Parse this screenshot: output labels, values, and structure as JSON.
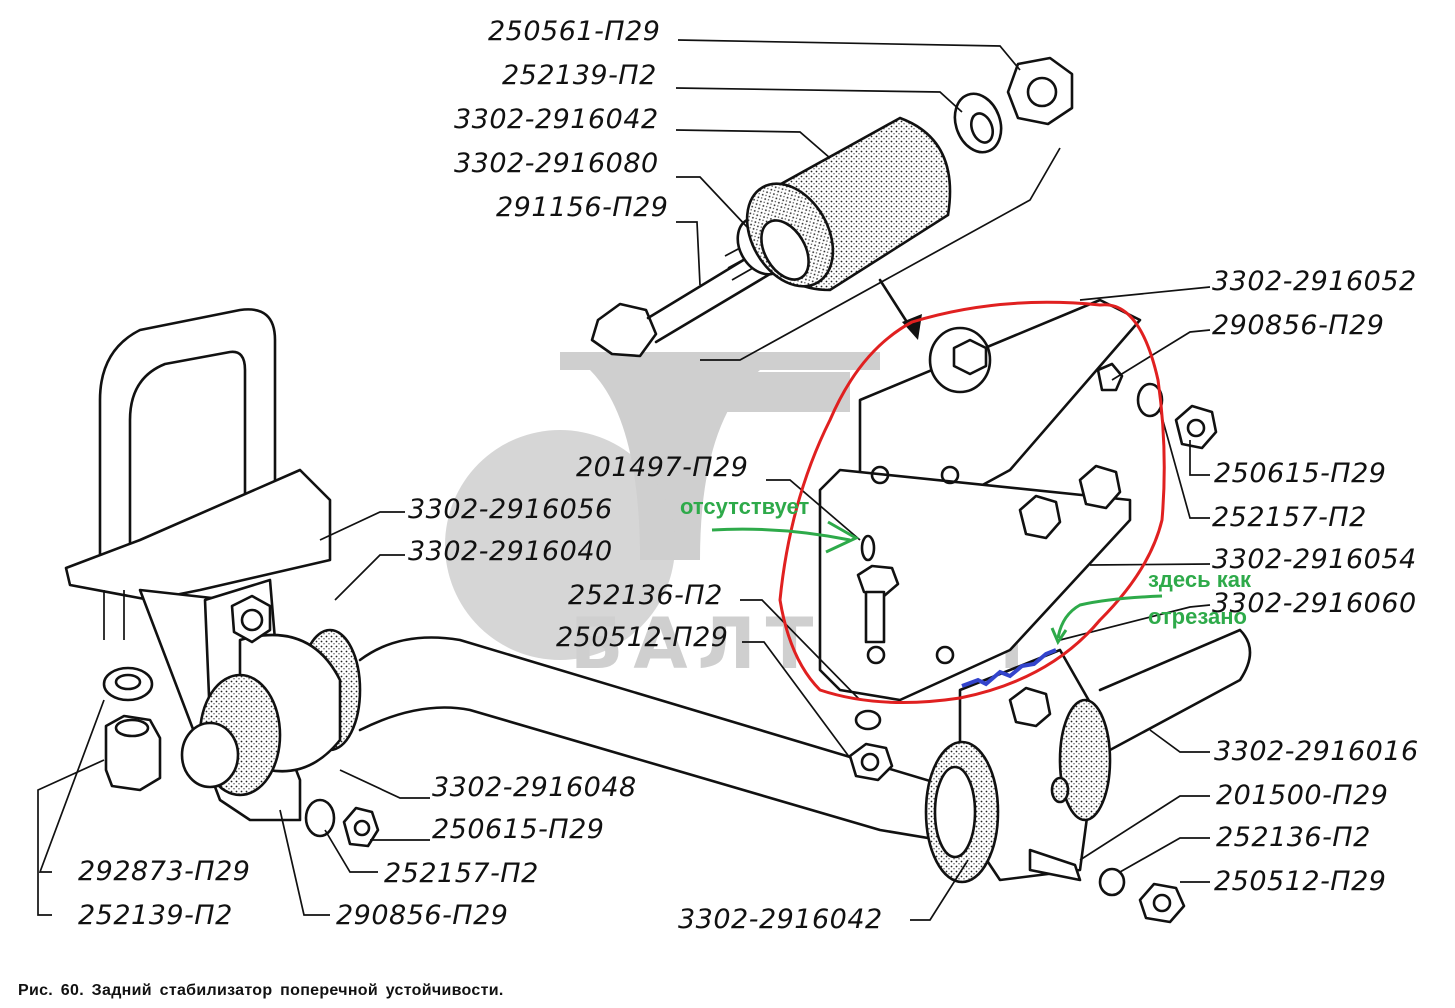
{
  "figure": {
    "caption": "Рис. 60. Задний стабилизатор поперечной устойчивости.",
    "watermark": "БАЛТКАМ"
  },
  "part_labels": {
    "top_nut": "250561-П29",
    "top_washer": "252139-П2",
    "top_bushing": "3302-2916042",
    "top_sleeve": "3302-2916080",
    "top_bolt": "291156-П29",
    "bracket_upper": "3302-2916052",
    "bracket_stud": "290856-П29",
    "right_nut": "250615-П29",
    "right_washer": "252157-П2",
    "bolt_201497": "201497-П29",
    "link_2916056": "3302-2916056",
    "clamp_2916040": "3302-2916040",
    "mid_washer": "252136-П2",
    "mid_nut": "250512-П29",
    "bracket_2916054": "3302-2916054",
    "bracket_2916060": "3302-2916060",
    "bar_2916016": "3302-2916016",
    "bolt_201500": "201500-П29",
    "low_washer": "252136-П2",
    "low_nut": "250512-П29",
    "bottom_bushing": "3302-2916042",
    "cushion_2916048": "3302-2916048",
    "left_nut_250615": "250615-П29",
    "left_washer_252157": "252157-П2",
    "left_stud_290856": "290856-П29",
    "ubolt_nut": "292873-П29",
    "ubolt_washer": "252139-П2"
  },
  "annotations": {
    "missing_note": "отсутствует",
    "cut_note_line1": "здесь как",
    "cut_note_line2": "отрезано",
    "colors": {
      "highlight_outline": "#e02020",
      "note_text": "#2eaa4a",
      "cut_mark": "#3344cc"
    }
  }
}
